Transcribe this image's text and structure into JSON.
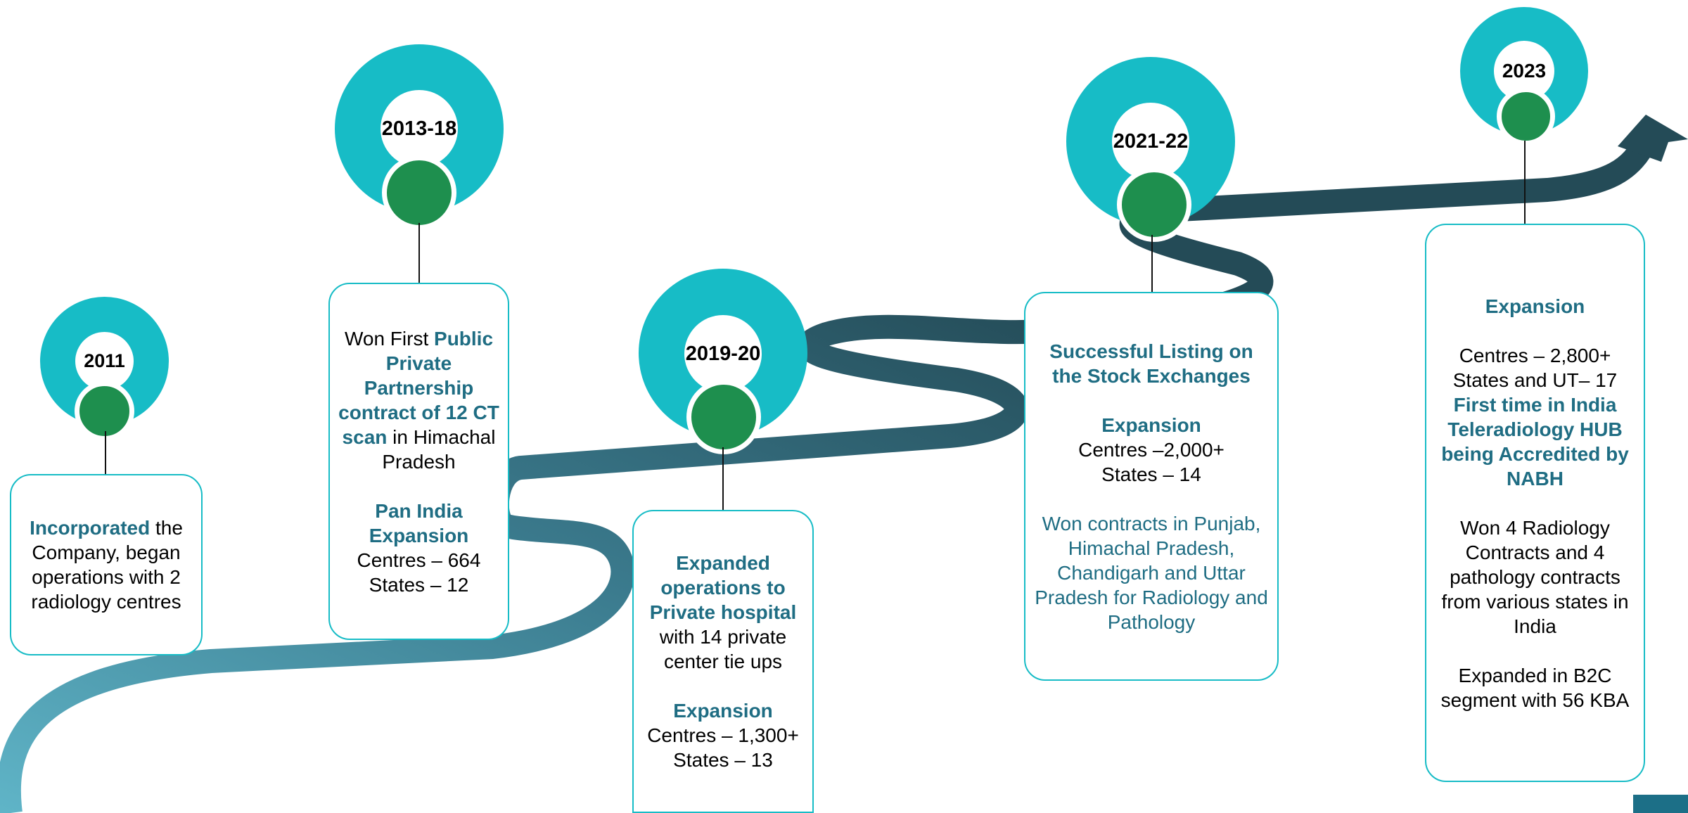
{
  "colors": {
    "ring": "#17bcc6",
    "dot": "#1e8f4e",
    "highlight_text": "#1f6d83",
    "road_dark": "#244b57",
    "road_mid": "#3b7b8e",
    "road_light": "#5fb4c7",
    "card_border": "#17bcc6"
  },
  "milestones": [
    {
      "year": "2011",
      "lines": [
        {
          "b": "Incorporated",
          "t": " the Company, began operations with 2 radiology centres"
        }
      ]
    },
    {
      "year": "2013-18",
      "lines": [
        {
          "t": "Won First ",
          "b": "Public Private Partnership contract of 12 CT scan",
          "t2": " in Himachal Pradesh"
        },
        {
          "b": "Pan India Expansion"
        },
        {
          "t": "Centres – 664"
        },
        {
          "t": "States –  12"
        }
      ]
    },
    {
      "year": "2019-20",
      "lines": [
        {
          "b": "Expanded operations to Private hospital",
          "t": " with 14 private center tie ups"
        },
        {
          "b": "Expansion"
        },
        {
          "t": "Centres – 1,300+"
        },
        {
          "t": "States –  13"
        }
      ]
    },
    {
      "year": "2021-22",
      "lines": [
        {
          "b": "Successful Listing on the Stock Exchanges"
        },
        {
          "b": "Expansion"
        },
        {
          "t": "Centres –2,000+"
        },
        {
          "t": "States – 14"
        },
        {
          "c": "Won contracts in Punjab, Himachal Pradesh, Chandigarh and Uttar Pradesh for Radiology and Pathology"
        }
      ]
    },
    {
      "year": "2023",
      "lines": [
        {
          "b": "Expansion"
        },
        {
          "t": "Centres – 2,800+"
        },
        {
          "t": "States  and UT– 17"
        },
        {
          "b": "First time in India Teleradiology HUB being Accredited by NABH"
        },
        {
          "t": "Won  4 Radiology Contracts and 4 pathology contracts from various states in India"
        },
        {
          "t": "Expanded in B2C segment with 56 KBA"
        }
      ]
    }
  ]
}
